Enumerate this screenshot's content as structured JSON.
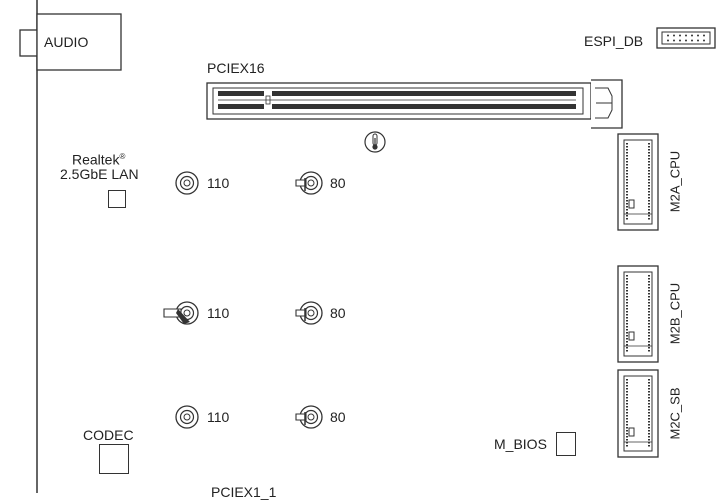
{
  "labels": {
    "audio": "AUDIO",
    "espi_db": "ESPI_DB",
    "pciex16": "PCIEX16",
    "realtek": "Realtek",
    "realtek_reg": "®",
    "lan": "2.5GbE LAN",
    "codec": "CODEC",
    "m_bios": "M_BIOS",
    "m2a": "M2A_CPU",
    "m2b": "M2B_CPU",
    "m2c": "M2C_SB",
    "pciex1": "PCIEX1_1"
  },
  "standoffs": [
    {
      "label": "110"
    },
    {
      "label": "80"
    },
    {
      "label": "110"
    },
    {
      "label": "80"
    },
    {
      "label": "110"
    },
    {
      "label": "80"
    }
  ],
  "colors": {
    "line": "#333333",
    "background": "#ffffff"
  },
  "icons": [
    "thermometer-icon",
    "standoff-icon",
    "latch-standoff-icon"
  ]
}
